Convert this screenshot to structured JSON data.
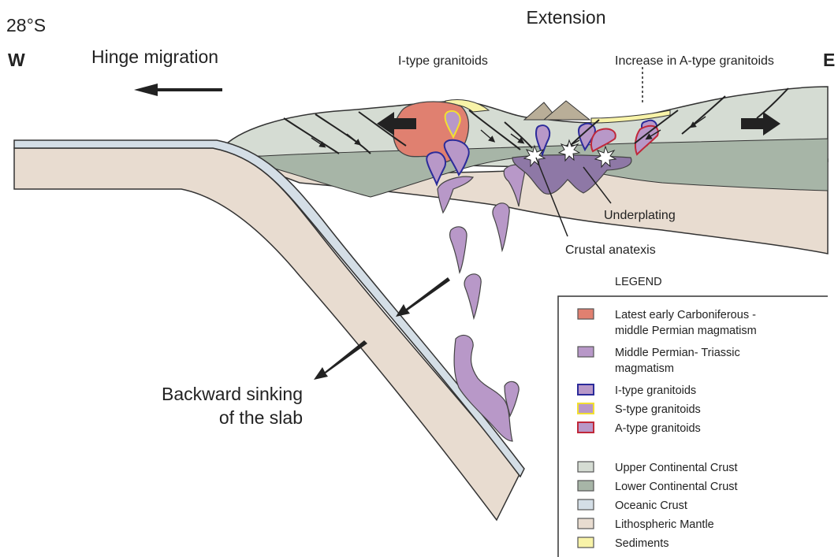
{
  "header": {
    "latitude": "28°S",
    "west": "W",
    "east": "E",
    "extension": "Extension",
    "hinge_migration": "Hinge migration"
  },
  "labels": {
    "i_type": "I-type granitoids",
    "a_type_increase": "Increase in A-type granitoids",
    "underplating": "Underplating",
    "crustal_anatexis": "Crustal anatexis",
    "backward_sinking_1": "Backward sinking",
    "backward_sinking_2": "of the slab"
  },
  "legend": {
    "title": "LEGEND",
    "items": [
      {
        "lines": [
          "Latest early Carboniferous -",
          "middle Permian magmatism"
        ],
        "fill": "#E08070",
        "stroke": "#555555"
      },
      {
        "lines": [
          "Middle Permian- Triassic",
          "magmatism"
        ],
        "fill": "#B898C8",
        "stroke": "#555555"
      },
      {
        "lines": [
          "I-type granitoids"
        ],
        "fill": "#B898C8",
        "stroke": "#2B2B9A"
      },
      {
        "lines": [
          "S-type granitoids"
        ],
        "fill": "#B898C8",
        "stroke": "#F2E030"
      },
      {
        "lines": [
          "A-type granitoids"
        ],
        "fill": "#B898C8",
        "stroke": "#C0283A"
      },
      {
        "lines": [
          "Upper Continental Crust"
        ],
        "fill": "#D5DCD3",
        "stroke": "#555555"
      },
      {
        "lines": [
          "Lower Continental Crust"
        ],
        "fill": "#A7B5A7",
        "stroke": "#555555"
      },
      {
        "lines": [
          "Oceanic Crust"
        ],
        "fill": "#D4DEE6",
        "stroke": "#555555"
      },
      {
        "lines": [
          "Lithospheric Mantle"
        ],
        "fill": "#E8DCD0",
        "stroke": "#555555"
      },
      {
        "lines": [
          "Sediments"
        ],
        "fill": "#F8F3A8",
        "stroke": "#555555"
      }
    ]
  },
  "colors": {
    "upper_crust": "#D5DCD3",
    "lower_crust": "#A7B5A7",
    "oceanic_crust": "#D4DEE6",
    "mantle": "#E8DCD0",
    "sediments": "#F8F3A8",
    "carboniferous": "#E08070",
    "permian_triassic": "#B898C8",
    "underplate": "#8E78A6",
    "volcano": "#B9AE98"
  }
}
